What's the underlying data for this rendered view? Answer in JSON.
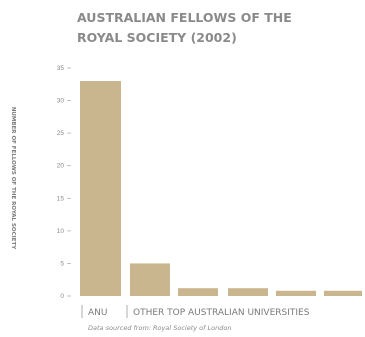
{
  "chart_data": {
    "type": "bar",
    "title": [
      "AUSTRALIAN FELLOWS OF THE",
      "ROYAL SOCIETY (2002)"
    ],
    "ylabel": "NUMBER OF FELLOWS OF THE ROYAL SOCIETY",
    "xlabel": "",
    "categories": [
      "ANU",
      "",
      "",
      "",
      "",
      ""
    ],
    "values": [
      33,
      5,
      1.2,
      1.2,
      0.8,
      0.8
    ],
    "ylim": [
      0,
      35
    ],
    "yticks": [
      0,
      5,
      10,
      15,
      20,
      25,
      30,
      35
    ],
    "category_labels": [
      "ANU",
      "OTHER TOP AUSTRALIAN UNIVERSITIES"
    ],
    "source": "Data sourced from: Royal Society of London",
    "grid": false,
    "colors": {
      "bar": "#c9b68e",
      "text": "#8a8a8a"
    }
  }
}
